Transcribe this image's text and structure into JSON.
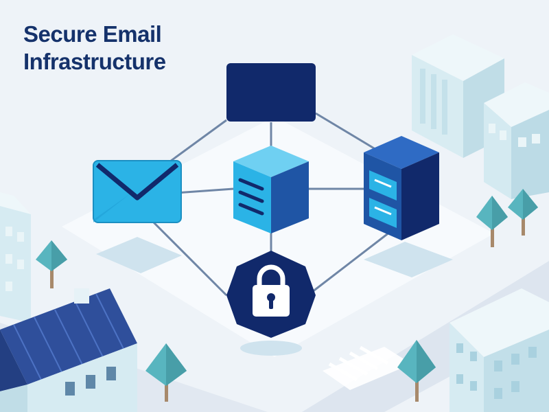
{
  "title": {
    "line1": "Secure Email",
    "line2": "Infrastructure"
  },
  "diagram": {
    "nodes": [
      {
        "id": "top",
        "icon": "server-rack-icon"
      },
      {
        "id": "left",
        "icon": "envelope-icon"
      },
      {
        "id": "center",
        "icon": "document-cube-icon"
      },
      {
        "id": "right",
        "icon": "database-server-icon"
      },
      {
        "id": "bottom",
        "icon": "padlock-icon"
      }
    ]
  },
  "colors": {
    "title": "#15326b",
    "navy": "#11296b",
    "royal_blue": "#1f55a5",
    "cyan": "#2bb3e6",
    "light_cyan": "#6fd0f2",
    "connector": "#6f86a6",
    "building_light": "#d8ecf2",
    "building_mid": "#b9dbe6",
    "roof_blue": "#3a5fb0",
    "tree_teal": "#58b5bf",
    "ground": "#f6f9fc",
    "road": "#dbe3ee"
  }
}
